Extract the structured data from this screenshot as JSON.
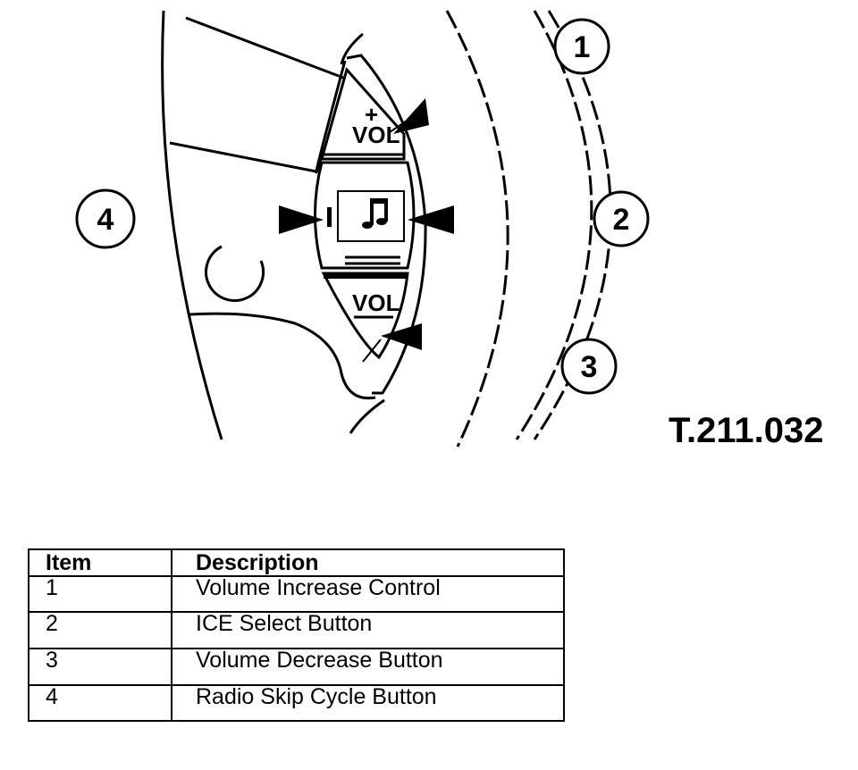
{
  "diagram": {
    "callouts": [
      "1",
      "2",
      "3",
      "4"
    ],
    "buttons": {
      "vol_up_label": "VOL",
      "vol_up_sign": "+",
      "vol_down_label": "VOL",
      "select_icon": "music-note-icon",
      "skip_icon": "skip-bar-icon"
    },
    "figure_ref": "T.211.032"
  },
  "legend": {
    "headers": {
      "item": "Item",
      "description": "Description"
    },
    "rows": [
      {
        "item": "1",
        "description": "Volume Increase Control"
      },
      {
        "item": "2",
        "description": "ICE Select Button"
      },
      {
        "item": "3",
        "description": "Volume Decrease Button"
      },
      {
        "item": "4",
        "description": "Radio Skip Cycle Button"
      }
    ]
  }
}
